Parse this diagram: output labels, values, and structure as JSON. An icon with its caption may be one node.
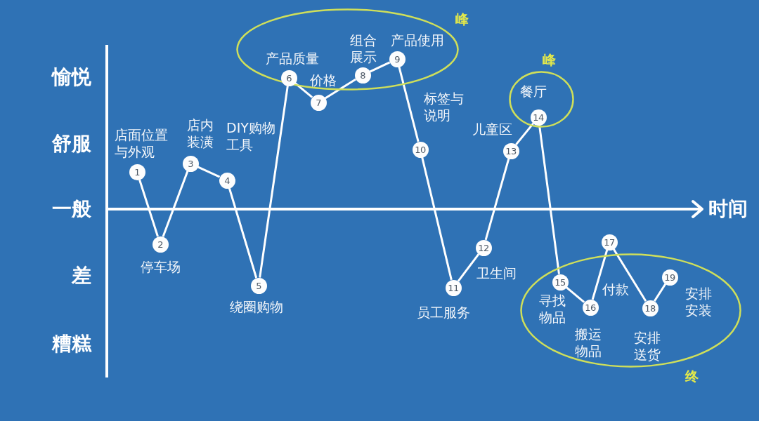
{
  "diagram": {
    "nodes": [
      {
        "text": [
          "1"
        ],
        "beside": [
          "店面位置与外观"
        ]
      },
      {
        "text": [
          "2"
        ],
        "beside": [
          "停车场"
        ]
      },
      {
        "text": [
          "3"
        ],
        "beside": [
          "店内装潢"
        ]
      },
      {
        "text": [
          "4"
        ],
        "beside": [
          "DIY购物工具"
        ]
      },
      {
        "text": [
          "5"
        ],
        "beside": [
          "绕圈购物"
        ]
      },
      {
        "text": [
          "峰"
        ]
      },
      {
        "text": [
          "6"
        ],
        "beside": [
          "产品质量"
        ],
        "in": 5
      },
      {
        "text": [
          "7"
        ],
        "beside": [
          "价格"
        ]
      },
      {
        "text": [
          "8"
        ],
        "beside": [
          "组合展示"
        ],
        "in": 5
      },
      {
        "text": [
          "9"
        ],
        "beside": [
          "产品使用"
        ],
        "in": 5
      },
      {
        "text": [
          "10"
        ],
        "beside": [
          "标签与说明"
        ]
      },
      {
        "text": [
          "11"
        ],
        "beside": [
          "员工服务"
        ]
      },
      {
        "text": [
          "12"
        ],
        "beside": [
          "卫生间"
        ]
      },
      {
        "text": [
          "13"
        ],
        "beside": [
          "儿童区"
        ]
      },
      {
        "text": [
          "峰",
          "餐厅"
        ]
      },
      {
        "text": [
          "14"
        ],
        "in": 14
      },
      {
        "text": [
          "终"
        ]
      },
      {
        "text": [
          "15"
        ],
        "beside": [
          "寻找物品"
        ],
        "in": 16
      },
      {
        "text": [
          "16"
        ],
        "beside": [
          "搬运物品"
        ],
        "in": 16
      },
      {
        "text": [
          "17"
        ]
      },
      {
        "text": [
          "18"
        ],
        "beside": [
          "安排送货"
        ],
        "in": 16
      },
      {
        "text": [
          "19"
        ],
        "beside": [
          "安排安装"
        ],
        "in": 16
      }
    ],
    "edges": [
      {
        "from": 0,
        "to": 1,
        "arrow": "none"
      },
      {
        "from": 1,
        "to": 2,
        "arrow": "none"
      },
      {
        "from": 2,
        "to": 3,
        "arrow": "none"
      },
      {
        "from": 3,
        "to": 4,
        "arrow": "none"
      },
      {
        "from": 4,
        "to": 6,
        "arrow": "none"
      },
      {
        "from": 6,
        "to": 7,
        "arrow": "none"
      },
      {
        "from": 7,
        "to": 8,
        "arrow": "none"
      },
      {
        "from": 8,
        "to": 9,
        "arrow": "none"
      },
      {
        "from": 9,
        "to": 10,
        "arrow": "none"
      },
      {
        "from": 10,
        "to": 11,
        "arrow": "none"
      },
      {
        "from": 11,
        "to": 12,
        "arrow": "none"
      },
      {
        "from": 12,
        "to": 13,
        "arrow": "none"
      },
      {
        "from": 13,
        "to": 15,
        "arrow": "none"
      },
      {
        "from": 15,
        "to": 17,
        "arrow": "none"
      },
      {
        "from": 17,
        "to": 18,
        "arrow": "none"
      },
      {
        "from": 18,
        "to": 19,
        "arrow": "none"
      },
      {
        "from": 19,
        "to": 20,
        "arrow": "none"
      },
      {
        "from": 20,
        "to": 21,
        "arrow": "none"
      }
    ],
    "labels": [
      "愉悦",
      "舒服",
      "一般",
      "时间",
      "差",
      "付款",
      "糟糕"
    ]
  }
}
